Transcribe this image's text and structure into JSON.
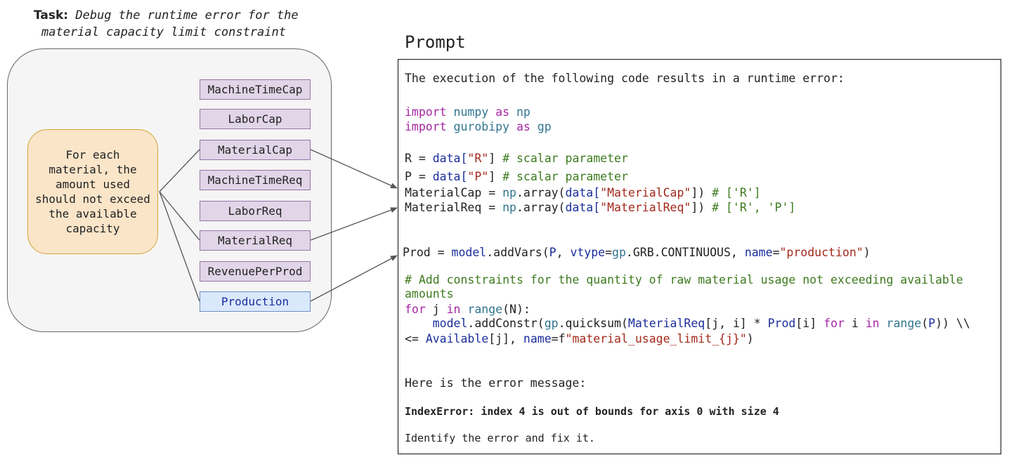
{
  "task": {
    "label": "Task:",
    "line1": "Debug the runtime error for the",
    "line2": "material capacity limit constraint"
  },
  "constraint_description": "For each material, the amount used should not exceed the available capacity",
  "parameters": [
    {
      "label": "MachineTimeCap",
      "kind": "param"
    },
    {
      "label": "LaborCap",
      "kind": "param"
    },
    {
      "label": "MaterialCap",
      "kind": "param"
    },
    {
      "label": "MachineTimeReq",
      "kind": "param"
    },
    {
      "label": "LaborReq",
      "kind": "param"
    },
    {
      "label": "MaterialReq",
      "kind": "param"
    },
    {
      "label": "RevenuePerProd",
      "kind": "param"
    },
    {
      "label": "Production",
      "kind": "variable"
    }
  ],
  "connected": [
    "MaterialCap",
    "MaterialReq",
    "Production"
  ],
  "prompt": {
    "title": "Prompt",
    "intro": "The execution of the following code results in a runtime error:",
    "import1": {
      "kw1": "import",
      "mod": "numpy",
      "kw2": "as",
      "alias": "np"
    },
    "import2": {
      "kw1": "import",
      "mod": "gurobipy",
      "kw2": "as",
      "alias": "gp"
    },
    "line_R": {
      "lhs": "R = ",
      "fn": "data[",
      "key": "\"R\"",
      "close": "] ",
      "comment": "# scalar parameter"
    },
    "line_P": {
      "lhs": "P = ",
      "fn": "data[",
      "key": "\"P\"",
      "close": "] ",
      "comment": "# scalar parameter"
    },
    "line_cap": {
      "lhs": "MaterialCap = ",
      "np": "np",
      "mid": ".array(",
      "fn": "data[",
      "key": "\"MaterialCap\"",
      "close": "]) ",
      "comment": "# ['R']"
    },
    "line_req": {
      "lhs": "MaterialReq = ",
      "np": "np",
      "mid": ".array(",
      "fn": "data[",
      "key": "\"MaterialReq\"",
      "close": "]) ",
      "comment": "# ['R', 'P']"
    },
    "line_prod": {
      "a": "Prod = ",
      "model": "model",
      "b": ".addVars(",
      "P": "P",
      "c": ", ",
      "vtype": "vtype",
      "d": "=",
      "gp": "gp",
      "e": ".GRB.CONTINUOUS, ",
      "name": "name",
      "f": "=",
      "str": "\"production\"",
      "g": ")"
    },
    "comment1": "# Add constraints for the quantity of raw material usage not exceeding available",
    "comment2": "amounts",
    "for_line": {
      "kw": "for",
      "j": " j ",
      "in": "in",
      "sp": " ",
      "range": "range",
      "rest": "(N):"
    },
    "constr_line": {
      "indent": "    ",
      "model": "model",
      "a": ".addConstr(",
      "gp": "gp",
      "b": ".quicksum(",
      "mreq": "MaterialReq",
      "c": "[j, i] * ",
      "prod": "Prod",
      "d": "[i] ",
      "for": "for",
      "e": " i ",
      "in": "in",
      "f": " ",
      "range": "range",
      "g": "(",
      "P": "P",
      "h": ")) \\\\"
    },
    "constr_line2": {
      "a": "<= ",
      "avail": "Available",
      "b": "[j], ",
      "name": "name",
      "c": "=f",
      "str": "\"material_usage_limit_{j}\"",
      "d": ")"
    },
    "error_intro": "Here is the error message:",
    "error": "IndexError: index 4 is out of bounds for axis 0 with size 4",
    "closing": "Identify the error and fix it."
  }
}
